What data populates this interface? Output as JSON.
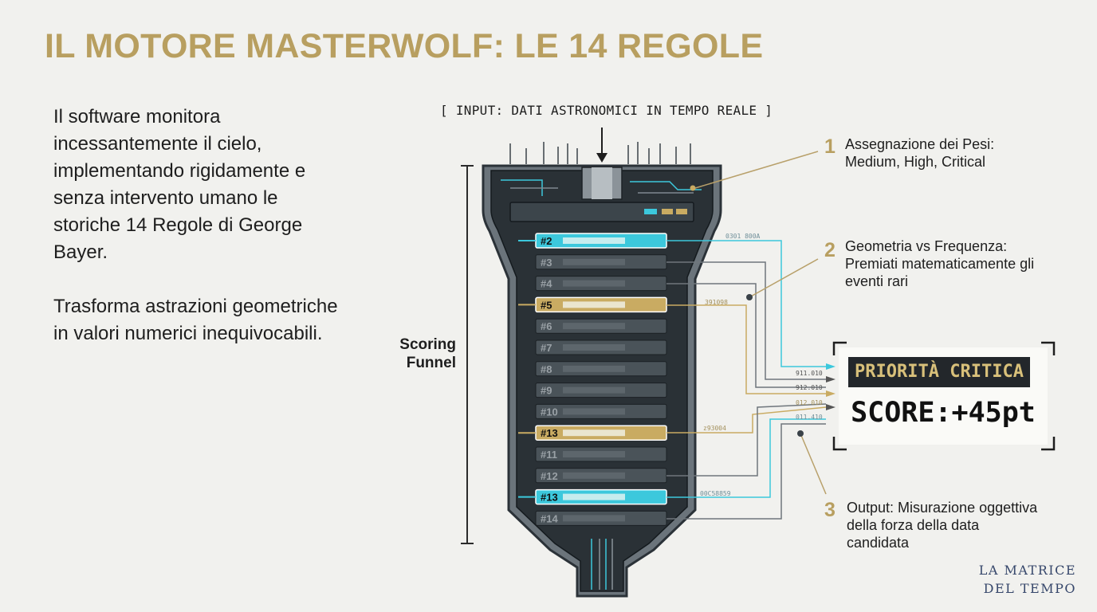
{
  "title": "IL MOTORE MASTERWOLF: LE 14 REGOLE",
  "intro": {
    "p1": "Il software monitora incessantemente il cielo, implementando rigidamente e senza intervento umano le storiche 14 Regole di George Bayer.",
    "p2": "Trasforma astrazioni geometriche in valori numerici inequivocabili."
  },
  "diagram": {
    "input_label": "[ INPUT: DATI ASTRONOMICI IN TEMPO REALE ]",
    "funnel_label": "Scoring Funnel",
    "rules": [
      {
        "label": "#2",
        "state": "cyan"
      },
      {
        "label": "#3",
        "state": "off"
      },
      {
        "label": "#4",
        "state": "off"
      },
      {
        "label": "#5",
        "state": "gold"
      },
      {
        "label": "#6",
        "state": "off"
      },
      {
        "label": "#7",
        "state": "off"
      },
      {
        "label": "#8",
        "state": "off"
      },
      {
        "label": "#9",
        "state": "off"
      },
      {
        "label": "#10",
        "state": "off"
      },
      {
        "label": "#13",
        "state": "gold"
      },
      {
        "label": "#11",
        "state": "off"
      },
      {
        "label": "#12",
        "state": "off"
      },
      {
        "label": "#13",
        "state": "cyan"
      },
      {
        "label": "#14",
        "state": "off"
      }
    ],
    "codes": {
      "c1": "0301 800A",
      "c2": "391098",
      "c3": "z93004",
      "c4": "00C58859",
      "c5": "911.010",
      "c6": "912.010",
      "c7": "012.010",
      "c8": "011.410"
    },
    "colors": {
      "cyan": "#3cc8dc",
      "gold": "#c9ab62",
      "dark": "#2b3238",
      "grey": "#6f767c"
    }
  },
  "annotations": [
    {
      "number": "1",
      "text": "Assegnazione dei Pesi: Medium, High, Critical"
    },
    {
      "number": "2",
      "text": "Geometria vs Frequenza: Premiati matematicamente gli eventi rari"
    },
    {
      "number": "3",
      "text": "Output: Misurazione oggettiva della forza della data candidata"
    }
  ],
  "output": {
    "priority": "PRIORITÀ CRITICA",
    "score": "SCORE:+45pt"
  },
  "brand": {
    "line1": "LA MATRICE",
    "line2": "DEL TEMPO"
  }
}
